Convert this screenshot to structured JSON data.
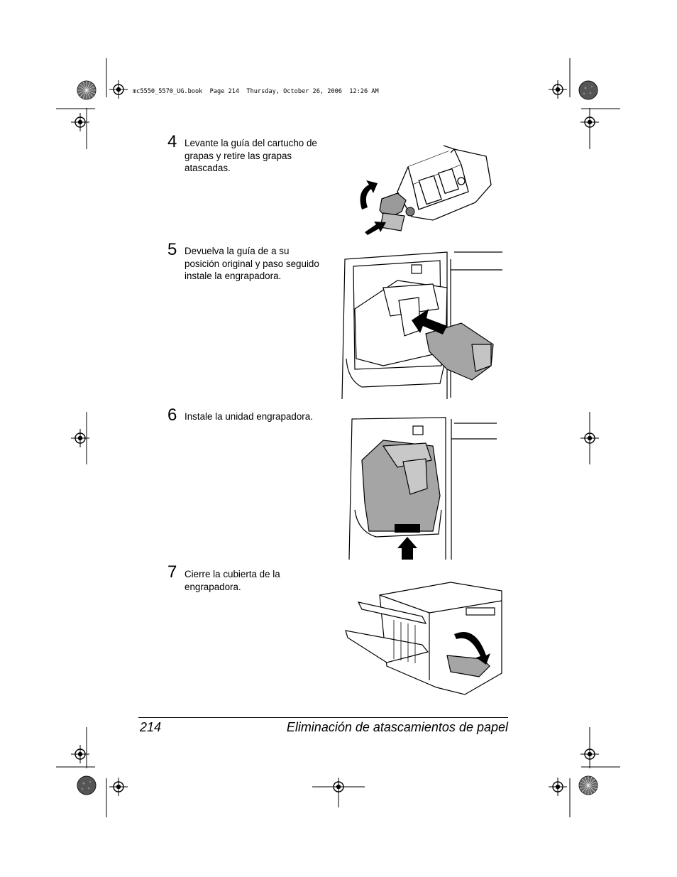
{
  "header": {
    "print_info": "mc5550_5570_UG.book  Page 214  Thursday, October 26, 2006  12:26 AM"
  },
  "steps": [
    {
      "number": "4",
      "text_lines": [
        "Levante la guía del cartucho de",
        "grapas y retire las grapas",
        "atascadas."
      ]
    },
    {
      "number": "5",
      "text_lines": [
        "Devuelva la guía de a su",
        "posición original y paso seguido",
        "instale la engrapadora."
      ]
    },
    {
      "number": "6",
      "text_lines": [
        "Instale la unidad engrapadora."
      ]
    },
    {
      "number": "7",
      "text_lines": [
        "Cierre la cubierta de la",
        "engrapadora."
      ]
    }
  ],
  "footer": {
    "page_number": "214",
    "section_title": "Eliminación de atascamientos de papel"
  },
  "icons": [
    "registration-mark-icon",
    "color-target-icon",
    "arrow-icon"
  ]
}
